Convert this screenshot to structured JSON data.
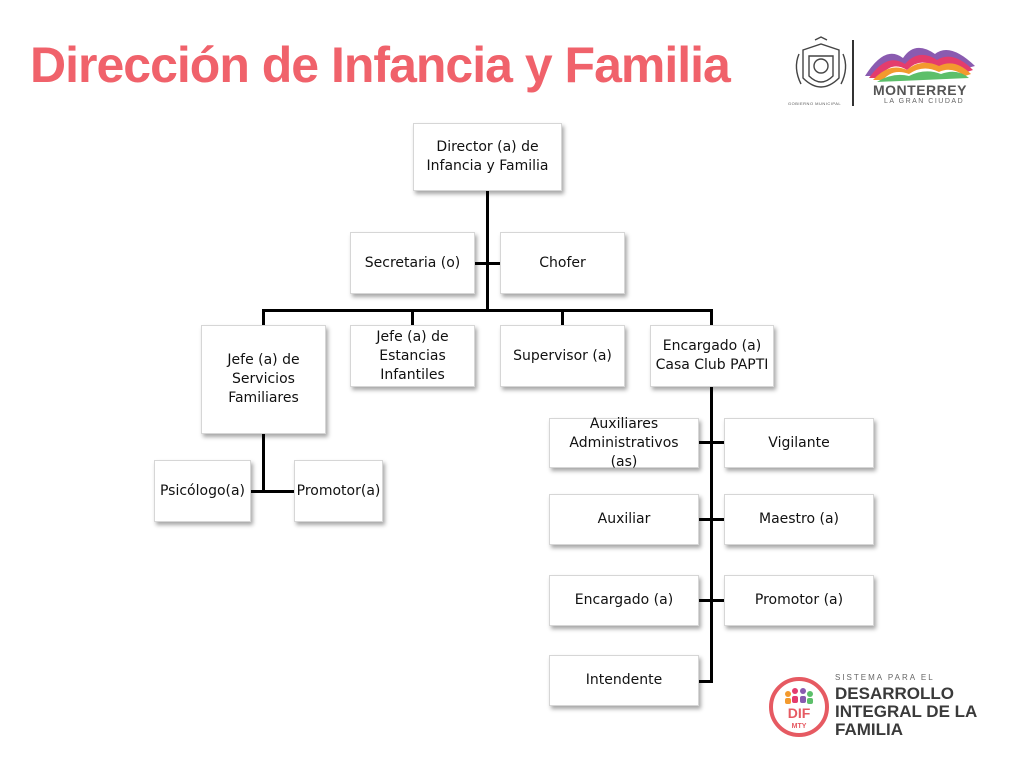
{
  "title": "Dirección de Infancia y Familia",
  "colors": {
    "title": "#f0626b",
    "dif_red": "#e65a62",
    "text_gray": "#3a3a3a"
  },
  "org_chart": {
    "director": "Director (a) de Infancia y Familia",
    "staff": [
      "Secretaria (o)",
      "Chofer"
    ],
    "departments": [
      {
        "label": "Jefe (a) de Servicios Familiares",
        "children": [
          "Psicólogo(a)",
          "Promotor(a)"
        ]
      },
      {
        "label": "Jefe (a) de Estancias Infantiles"
      },
      {
        "label": "Supervisor (a)"
      },
      {
        "label": "Encargado (a) Casa Club PAPTI",
        "children": [
          "Auxiliares Administrativos (as)",
          "Vigilante",
          "Auxiliar",
          "Maestro (a)",
          "Encargado (a)",
          "Promotor (a)",
          "Intendente"
        ]
      }
    ]
  },
  "logos": {
    "municipal_seal_icon": "gobierno-municipal-seal-icon",
    "municipal_seal_text": "GOBIERNO MUNICIPAL",
    "city_name": "MONTERREY",
    "city_tagline": "LA GRAN CIUDAD",
    "dif_badge": "DIF",
    "dif_badge_sub": "MTY",
    "dif_line_small": "SISTEMA PARA EL",
    "dif_line_1": "DESARROLLO",
    "dif_line_2": "INTEGRAL DE LA",
    "dif_line_3": "FAMILIA"
  }
}
